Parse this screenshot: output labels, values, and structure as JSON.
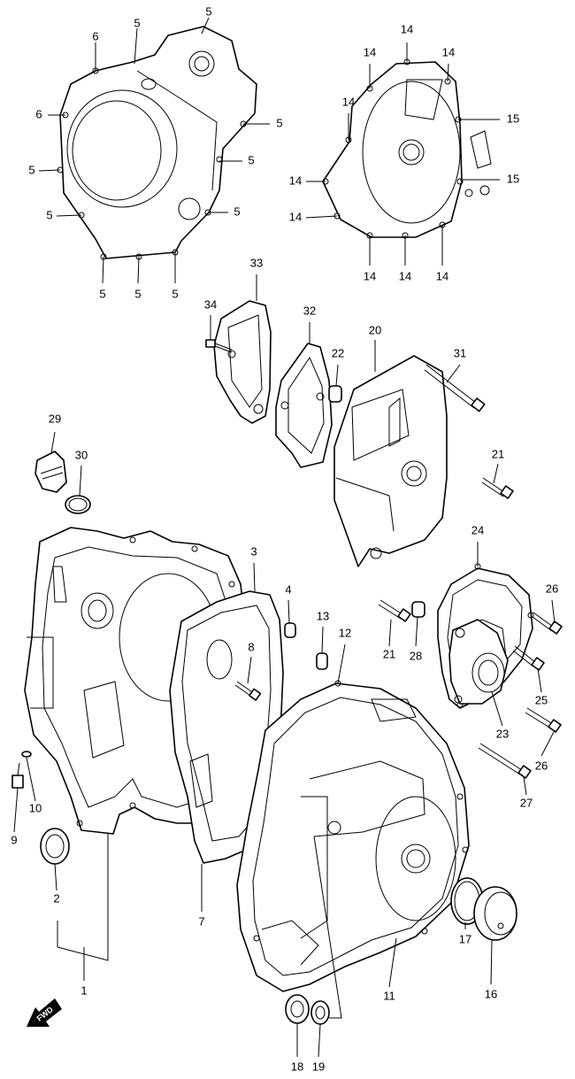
{
  "callouts": [
    {
      "id": "c5a",
      "text": "5"
    },
    {
      "id": "c6a",
      "text": "6"
    },
    {
      "id": "c6b",
      "text": "6"
    },
    {
      "id": "c5b",
      "text": "5"
    },
    {
      "id": "c5c",
      "text": "5"
    },
    {
      "id": "c5d",
      "text": "5"
    },
    {
      "id": "c5e",
      "text": "5"
    },
    {
      "id": "c5f",
      "text": "5"
    },
    {
      "id": "c5g",
      "text": "5"
    },
    {
      "id": "c5h",
      "text": "5"
    },
    {
      "id": "c5i",
      "text": "5"
    },
    {
      "id": "c5j",
      "text": "5"
    },
    {
      "id": "c14a",
      "text": "14"
    },
    {
      "id": "c14b",
      "text": "14"
    },
    {
      "id": "c14c",
      "text": "14"
    },
    {
      "id": "c14d",
      "text": "14"
    },
    {
      "id": "c14e",
      "text": "14"
    },
    {
      "id": "c14f",
      "text": "14"
    },
    {
      "id": "c14g",
      "text": "14"
    },
    {
      "id": "c14h",
      "text": "14"
    },
    {
      "id": "c14i",
      "text": "14"
    },
    {
      "id": "c15a",
      "text": "15"
    },
    {
      "id": "c15b",
      "text": "15"
    },
    {
      "id": "c33",
      "text": "33"
    },
    {
      "id": "c34",
      "text": "34"
    },
    {
      "id": "c32",
      "text": "32"
    },
    {
      "id": "c22",
      "text": "22"
    },
    {
      "id": "c20",
      "text": "20"
    },
    {
      "id": "c31",
      "text": "31"
    },
    {
      "id": "c29",
      "text": "29"
    },
    {
      "id": "c30",
      "text": "30"
    },
    {
      "id": "c21a",
      "text": "21"
    },
    {
      "id": "c24",
      "text": "24"
    },
    {
      "id": "c26a",
      "text": "26"
    },
    {
      "id": "c3",
      "text": "3"
    },
    {
      "id": "c4",
      "text": "4"
    },
    {
      "id": "c13",
      "text": "13"
    },
    {
      "id": "c12",
      "text": "12"
    },
    {
      "id": "c8",
      "text": "8"
    },
    {
      "id": "c21b",
      "text": "21"
    },
    {
      "id": "c28",
      "text": "28"
    },
    {
      "id": "c25",
      "text": "25"
    },
    {
      "id": "c23",
      "text": "23"
    },
    {
      "id": "c26b",
      "text": "26"
    },
    {
      "id": "c27",
      "text": "27"
    },
    {
      "id": "c10",
      "text": "10"
    },
    {
      "id": "c9",
      "text": "9"
    },
    {
      "id": "c2",
      "text": "2"
    },
    {
      "id": "c7",
      "text": "7"
    },
    {
      "id": "c1",
      "text": "1"
    },
    {
      "id": "c17",
      "text": "17"
    },
    {
      "id": "c16",
      "text": "16"
    },
    {
      "id": "c11",
      "text": "11"
    },
    {
      "id": "c18",
      "text": "18"
    },
    {
      "id": "c19",
      "text": "19"
    }
  ],
  "fwd_label": "FWD"
}
